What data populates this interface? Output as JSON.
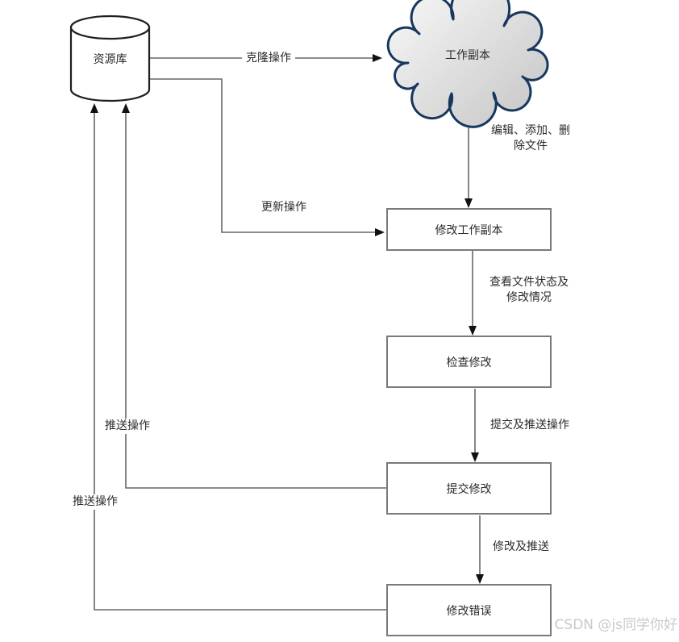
{
  "diagram": {
    "title_note": "version control workflow flowchart",
    "nodes": {
      "repository": "资源库",
      "working_copy": "工作副本",
      "modify_working_copy": "修改工作副本",
      "check_changes": "检查修改",
      "commit_changes": "提交修改",
      "fix_errors": "修改错误"
    },
    "edges": {
      "clone": "克隆操作",
      "update": "更新操作",
      "edit_line1": "编辑、添加、删",
      "edit_line2": "除文件",
      "status_line1": "查看文件状态及",
      "status_line2": "修改情况",
      "commit_push": "提交及推送操作",
      "modify_push": "修改及推送",
      "push_from_commit": "推送操作",
      "push_from_fix": "推送操作"
    },
    "watermark": "CSDN @js同学你好",
    "colors": {
      "cloud_border": "#17375e",
      "cloud_fill_light": "#fbfbfb",
      "cloud_fill_dark": "#c4c4c4",
      "cylinder_border": "#1f1f1f",
      "box_border": "#7a7a7a",
      "line": "#676767",
      "arrowhead": "#111111",
      "watermark": "#c9c9c9"
    }
  }
}
